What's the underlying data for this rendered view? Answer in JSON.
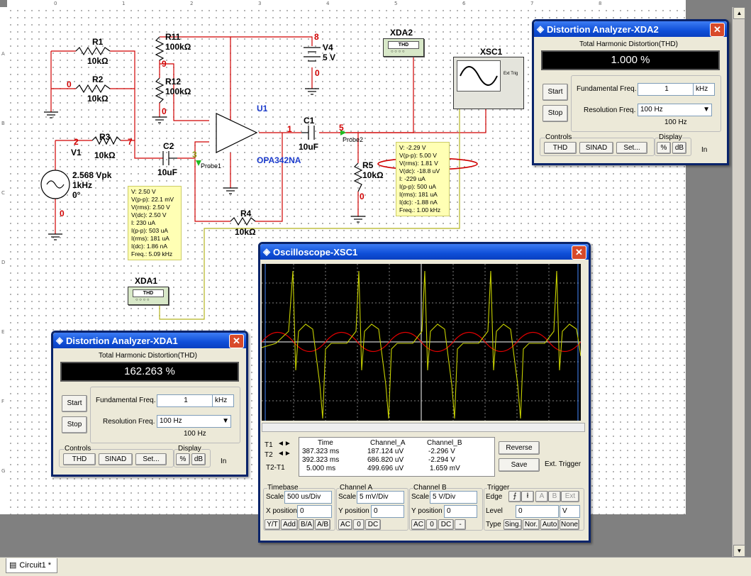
{
  "ruler": {
    "cols": [
      "0",
      "1",
      "2",
      "3",
      "4",
      "5",
      "6",
      "7",
      "8"
    ],
    "rows": [
      "A",
      "B",
      "C",
      "D",
      "E",
      "F",
      "G"
    ]
  },
  "components": {
    "r1": {
      "name": "R1",
      "value": "10kΩ"
    },
    "r2": {
      "name": "R2",
      "value": "10kΩ"
    },
    "r3": {
      "name": "R3",
      "value": "10kΩ"
    },
    "r4": {
      "name": "R4",
      "value": "10kΩ"
    },
    "r5": {
      "name": "R5",
      "value": "10kΩ"
    },
    "r11": {
      "name": "R11",
      "value": "100kΩ"
    },
    "r12": {
      "name": "R12",
      "value": "100kΩ"
    },
    "c1": {
      "name": "C1",
      "value": "10uF"
    },
    "c2": {
      "name": "C2",
      "value": "10uF"
    },
    "v1": {
      "name": "V1",
      "amp": "2.568 Vpk",
      "freq": "1kHz",
      "phase": "0°"
    },
    "v4": {
      "name": "V4",
      "value": "5 V"
    },
    "u1": {
      "name": "U1",
      "part": "OPA342NA"
    },
    "xda1": "XDA1",
    "xda2": "XDA2",
    "xsc1": "XSC1",
    "thd_label": "THD",
    "probe1": "Probe1",
    "probe2": "Probe2",
    "ext_trig": "Ext Trig"
  },
  "nodes": [
    "0",
    "1",
    "2",
    "3",
    "5",
    "7",
    "8",
    "9"
  ],
  "probe1_readout": [
    "V: 2.50 V",
    "V(p-p): 22.1 mV",
    "V(rms): 2.50 V",
    "V(dc): 2.50 V",
    "I: 230 uA",
    "I(p-p): 503 uA",
    "I(rms): 181 uA",
    "I(dc): 1.86 nA",
    "Freq.: 5.09 kHz"
  ],
  "probe2_readout": [
    "V: -2.29 V",
    "V(p-p): 5.00 V",
    "V(rms): 1.81 V",
    "V(dc): -18.8 uV",
    "I: -229 uA",
    "I(p-p): 500 uA",
    "I(rms): 181 uA",
    "I(dc): -1.88 nA",
    "Freq.: 1.00 kHz"
  ],
  "xda2_window": {
    "title": "Distortion Analyzer-XDA2",
    "heading": "Total Harmonic Distortion(THD)",
    "reading": "1.000 %",
    "start": "Start",
    "stop": "Stop",
    "fund_label": "Fundamental Freq.",
    "fund_value": "1",
    "fund_unit": "kHz",
    "res_label": "Resolution Freq.",
    "res_value": "100 Hz",
    "res_display": "100 Hz",
    "controls": "Controls",
    "display": "Display",
    "thd": "THD",
    "sinad": "SINAD",
    "set": "Set...",
    "pct": "%",
    "db": "dB",
    "in": "In"
  },
  "xda1_window": {
    "title": "Distortion Analyzer-XDA1",
    "heading": "Total Harmonic Distortion(THD)",
    "reading": "162.263 %",
    "start": "Start",
    "stop": "Stop",
    "fund_label": "Fundamental Freq.",
    "fund_value": "1",
    "fund_unit": "kHz",
    "res_label": "Resolution Freq.",
    "res_value": "100 Hz",
    "res_display": "100 Hz",
    "controls": "Controls",
    "display": "Display",
    "thd": "THD",
    "sinad": "SINAD",
    "set": "Set...",
    "pct": "%",
    "db": "dB",
    "in": "In"
  },
  "scope": {
    "title": "Oscilloscope-XSC1",
    "headers": [
      "Time",
      "Channel_A",
      "Channel_B"
    ],
    "rows": [
      {
        "label": "T1",
        "time": "387.323 ms",
        "a": "187.124 uV",
        "b": "-2.296 V"
      },
      {
        "label": "T2",
        "time": "392.323 ms",
        "a": "686.820 uV",
        "b": "-2.294 V"
      },
      {
        "label": "T2-T1",
        "time": "5.000 ms",
        "a": "499.696 uV",
        "b": "1.659 mV"
      }
    ],
    "reverse": "Reverse",
    "save": "Save",
    "ext_trigger": "Ext. Trigger",
    "timebase": {
      "title": "Timebase",
      "scale_label": "Scale",
      "scale": "500 us/Div",
      "xpos_label": "X position",
      "xpos": "0",
      "modes": [
        "Y/T",
        "Add",
        "B/A",
        "A/B"
      ]
    },
    "chan_a": {
      "title": "Channel A",
      "scale_label": "Scale",
      "scale": "5 mV/Div",
      "ypos_label": "Y position",
      "ypos": "0",
      "modes": [
        "AC",
        "0",
        "DC"
      ]
    },
    "chan_b": {
      "title": "Channel B",
      "scale_label": "Scale",
      "scale": "5  V/Div",
      "ypos_label": "Y position",
      "ypos": "0",
      "modes": [
        "AC",
        "0",
        "DC",
        "-"
      ]
    },
    "trigger": {
      "title": "Trigger",
      "edge_label": "Edge",
      "level_label": "Level",
      "level": "0",
      "level_unit": "V",
      "type_label": "Type",
      "edges": [
        "A",
        "B",
        "Ext"
      ],
      "types": [
        "Sing.",
        "Nor.",
        "Auto",
        "None"
      ]
    }
  },
  "tab": {
    "label": "Circuit1 *"
  },
  "colors": {
    "wire": "#d00000",
    "olive": "#b4b41e",
    "ch_a": "#c8d200",
    "ch_b": "#e00000",
    "titlebar": "#0a3fc0"
  }
}
